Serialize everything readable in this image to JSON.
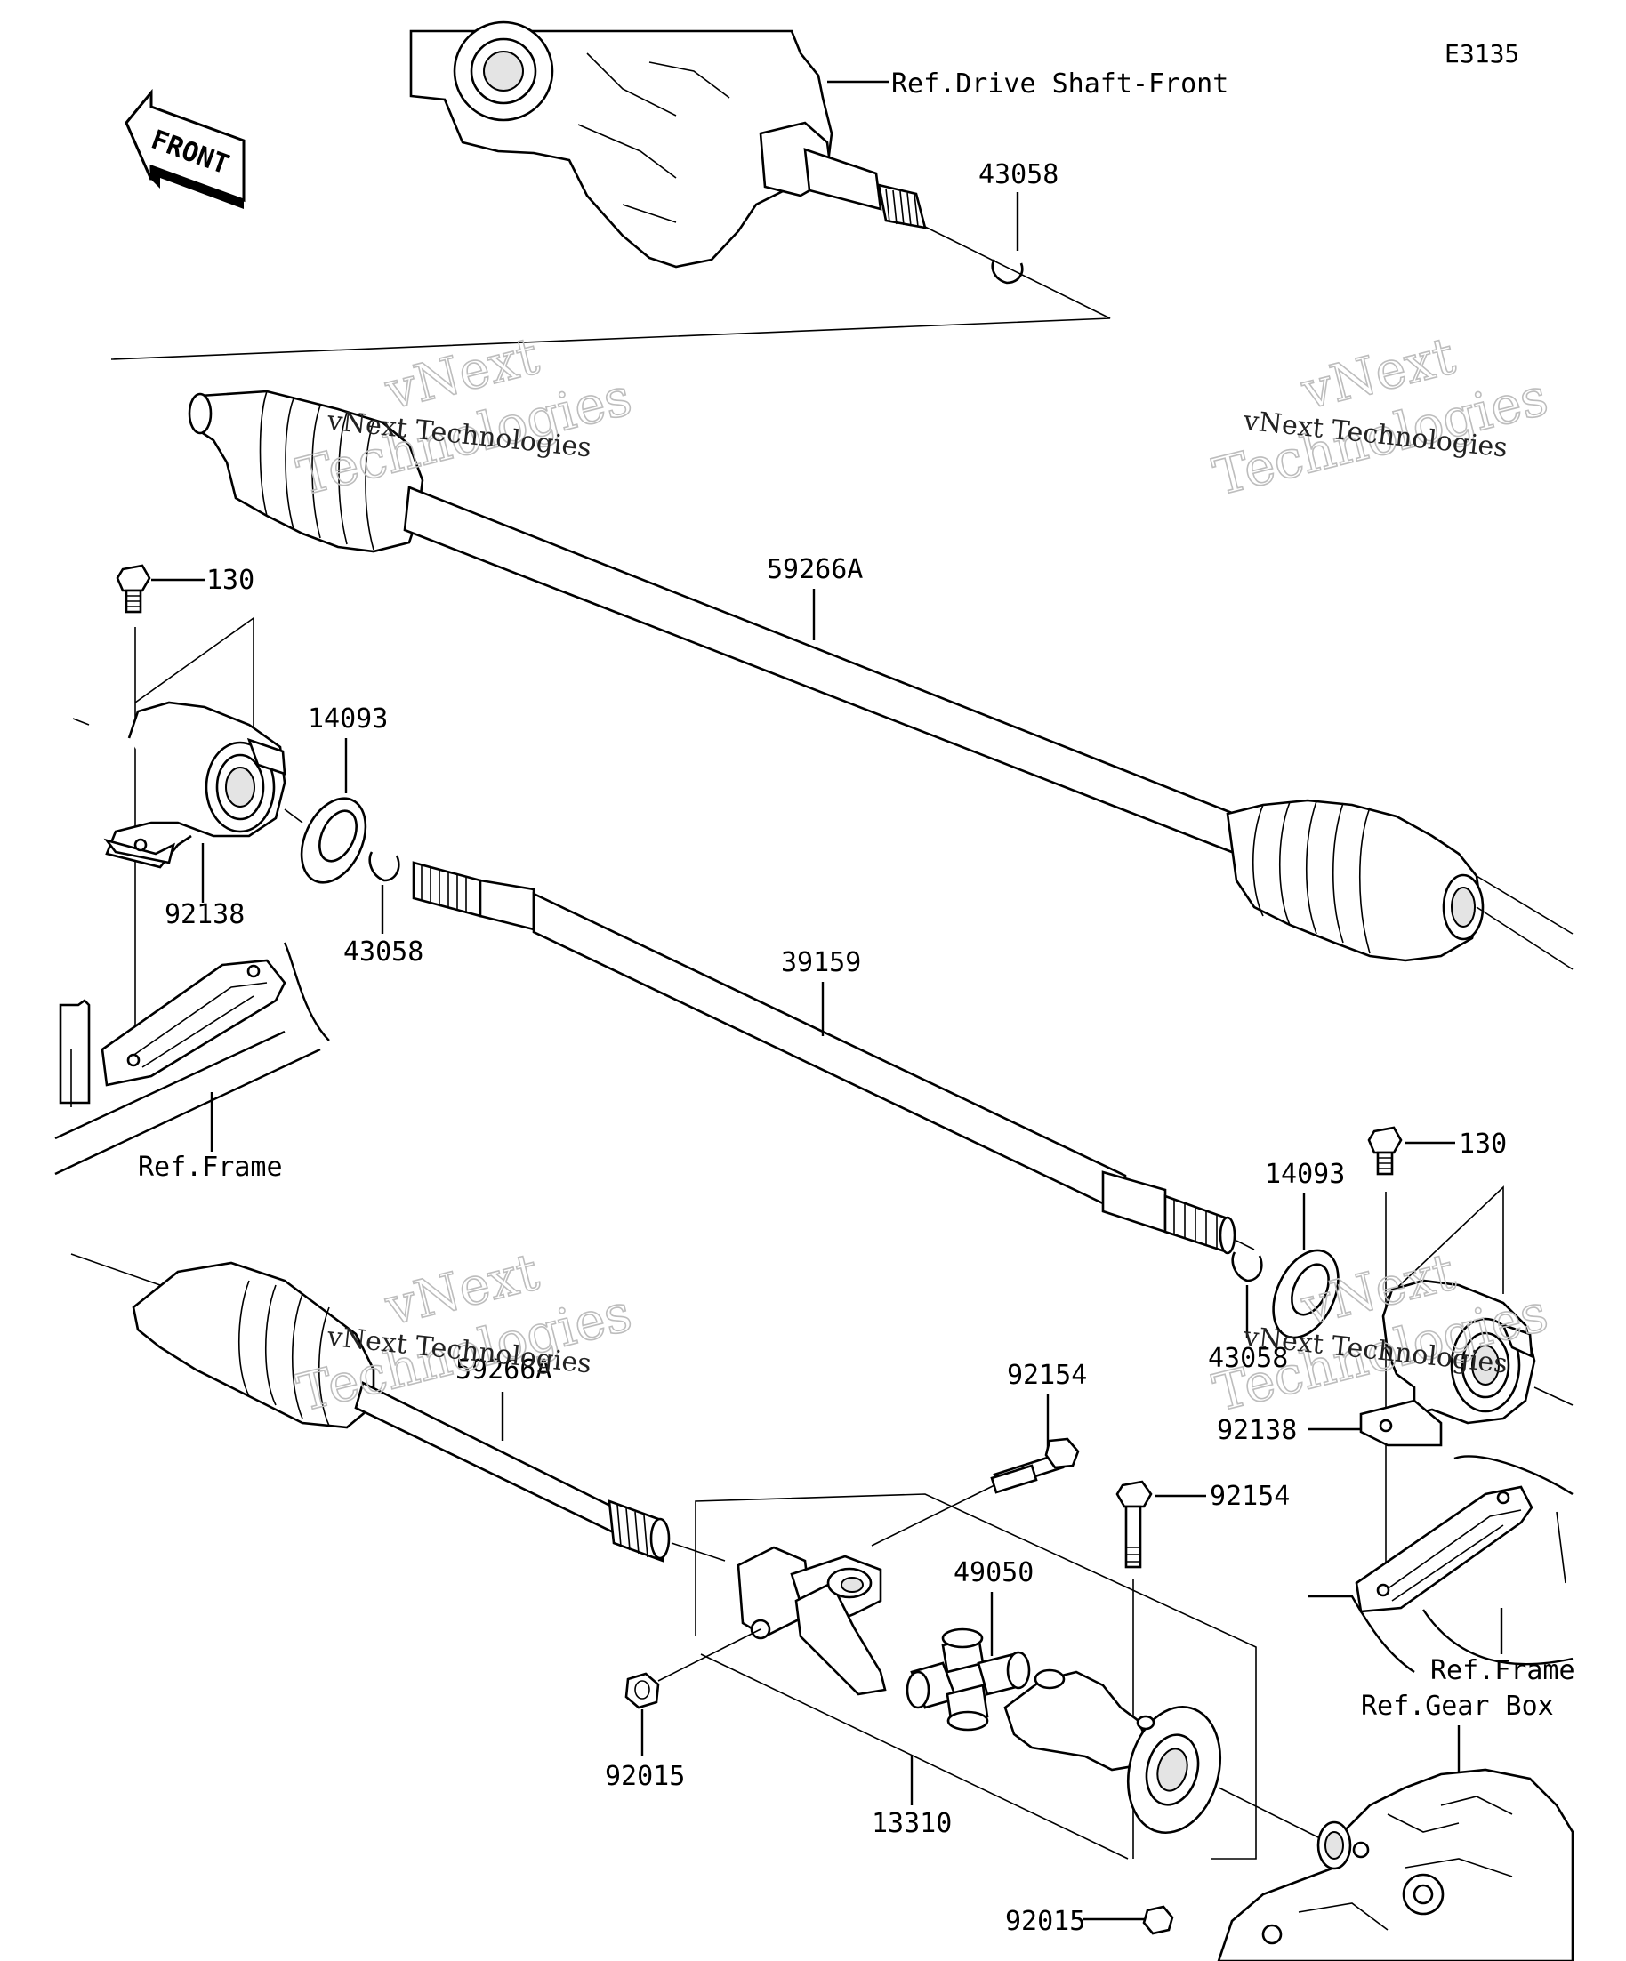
{
  "diagram_code": "E3135",
  "front_label": "FRONT",
  "references": {
    "drive_shaft_front": "Ref.Drive Shaft-Front",
    "frame_left": "Ref.Frame",
    "frame_right": "Ref.Frame",
    "gear_box": "Ref.Gear Box"
  },
  "parts": {
    "circlip_top": "43058",
    "shaft_upper": "59266A",
    "bolt_left": "130",
    "washer_left": "14093",
    "bearing_left": "92138",
    "circlip_left": "43058",
    "shaft_middle": "39159",
    "bolt_right": "130",
    "washer_right": "14093",
    "circlip_right": "43058",
    "bearing_right": "92138",
    "shaft_lower": "59266A",
    "bolt_yoke_1": "92154",
    "bolt_yoke_2": "92154",
    "spider": "49050",
    "nut_left": "92015",
    "joint_assembly": "13310",
    "nut_bottom": "92015"
  },
  "watermark": {
    "big_1": "vNext",
    "big_2": "Technologies",
    "small": "vNext Technologies"
  }
}
